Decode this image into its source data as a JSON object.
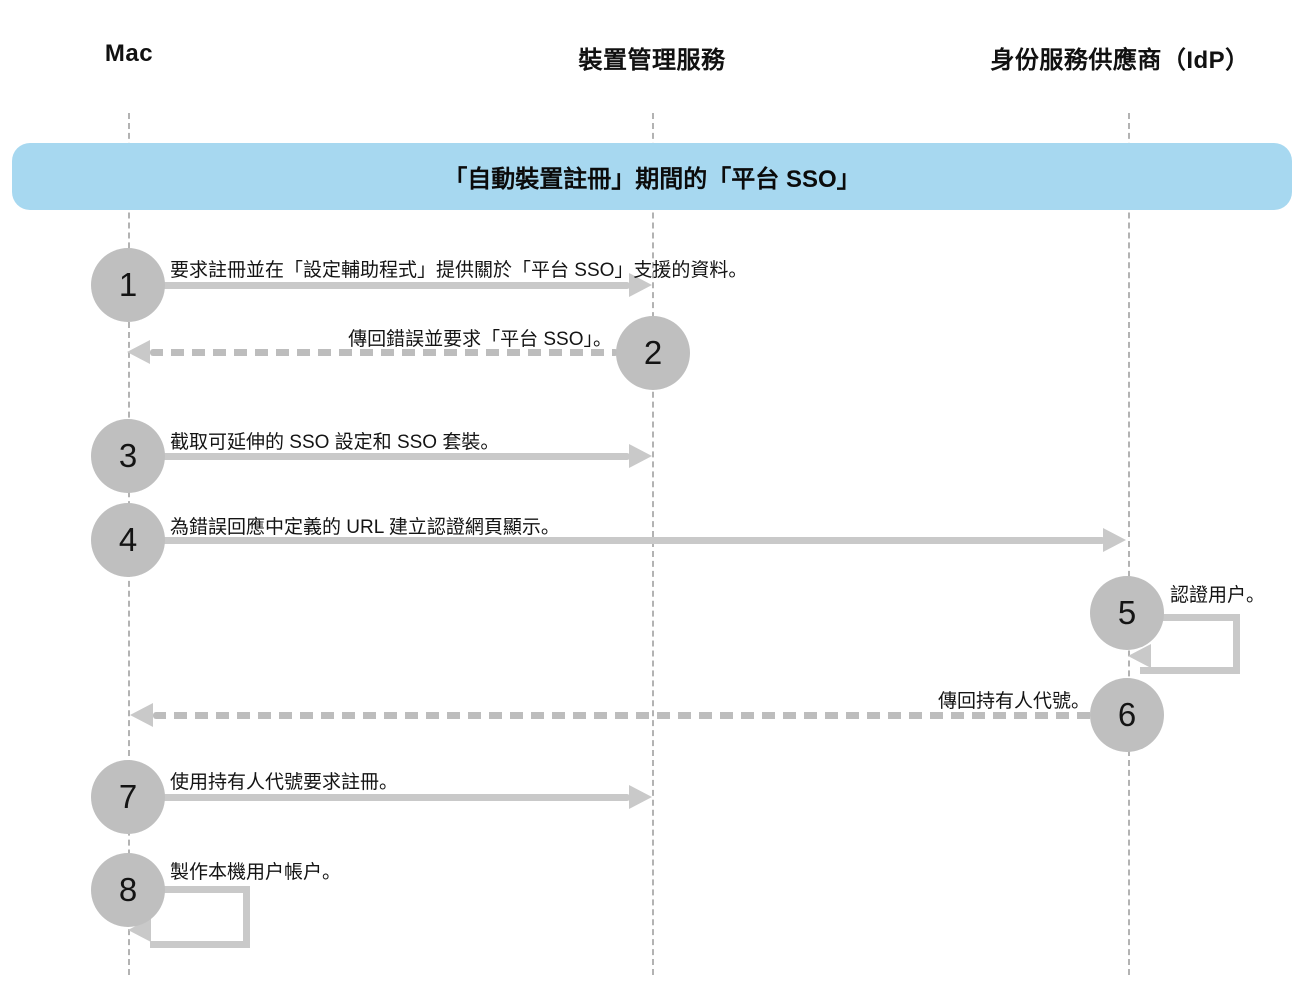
{
  "diagram": {
    "actors": [
      {
        "id": "mac",
        "name": "Mac"
      },
      {
        "id": "mdm",
        "name": "裝置管理服務"
      },
      {
        "id": "idp",
        "name": "身份服務供應商（IdP）"
      }
    ],
    "banner": {
      "title": "「自動裝置註冊」期間的「平台 SSO」",
      "color": "#a7d8f0"
    },
    "steps": [
      {
        "number": "1",
        "label": "要求註冊並在「設定輔助程式」提供關於「平台 SSO」支援的資料。",
        "from": "Mac",
        "to": "裝置管理服務",
        "style": "solid"
      },
      {
        "number": "2",
        "label": "傳回錯誤並要求「平台 SSO」。",
        "from": "裝置管理服務",
        "to": "Mac",
        "style": "dashed"
      },
      {
        "number": "3",
        "label": "截取可延伸的 SSO 設定和 SSO 套裝。",
        "from": "Mac",
        "to": "裝置管理服務",
        "style": "solid"
      },
      {
        "number": "4",
        "label": "為錯誤回應中定義的 URL 建立認證網頁顯示。",
        "from": "Mac",
        "to": "身份服務供應商（IdP）",
        "style": "solid"
      },
      {
        "number": "5",
        "label": "認證用户。",
        "from": "身份服務供應商（IdP）",
        "to": "身份服務供應商（IdP）",
        "style": "self-loop"
      },
      {
        "number": "6",
        "label": "傳回持有人代號。",
        "from": "身份服務供應商（IdP）",
        "to": "Mac",
        "style": "dashed"
      },
      {
        "number": "7",
        "label": "使用持有人代號要求註冊。",
        "from": "Mac",
        "to": "裝置管理服務",
        "style": "solid"
      },
      {
        "number": "8",
        "label": "製作本機用户帳户。",
        "from": "Mac",
        "to": "Mac",
        "style": "self-loop"
      }
    ],
    "colors": {
      "banner_blue": "#a7d8f0",
      "circle_gray": "#bfbfbf",
      "arrow_gray": "#c9c9c9",
      "lifeline_gray": "#b3b3b3",
      "text_black": "#141414"
    }
  }
}
